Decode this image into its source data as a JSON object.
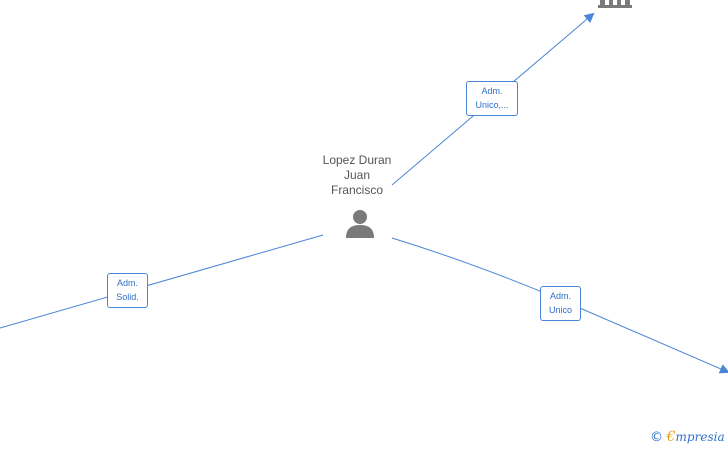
{
  "person": {
    "name_lines": [
      "Lopez Duran",
      "Juan",
      "Francisco"
    ]
  },
  "edges": [
    {
      "id": "top",
      "label_lines": [
        "Adm.",
        "Unico,..."
      ]
    },
    {
      "id": "left",
      "label_lines": [
        "Adm.",
        "Solid."
      ]
    },
    {
      "id": "right",
      "label_lines": [
        "Adm.",
        "Unico"
      ]
    }
  ],
  "watermark": {
    "copyright": "©",
    "brand_first": "€",
    "brand_rest": "mpresia"
  },
  "colors": {
    "edge": "#4a86d6",
    "label_text": "#2f6fc9",
    "icon": "#7a7a7a",
    "accent": "#e8a317"
  },
  "icons": {
    "person": "person-icon",
    "company": "building-icon"
  }
}
